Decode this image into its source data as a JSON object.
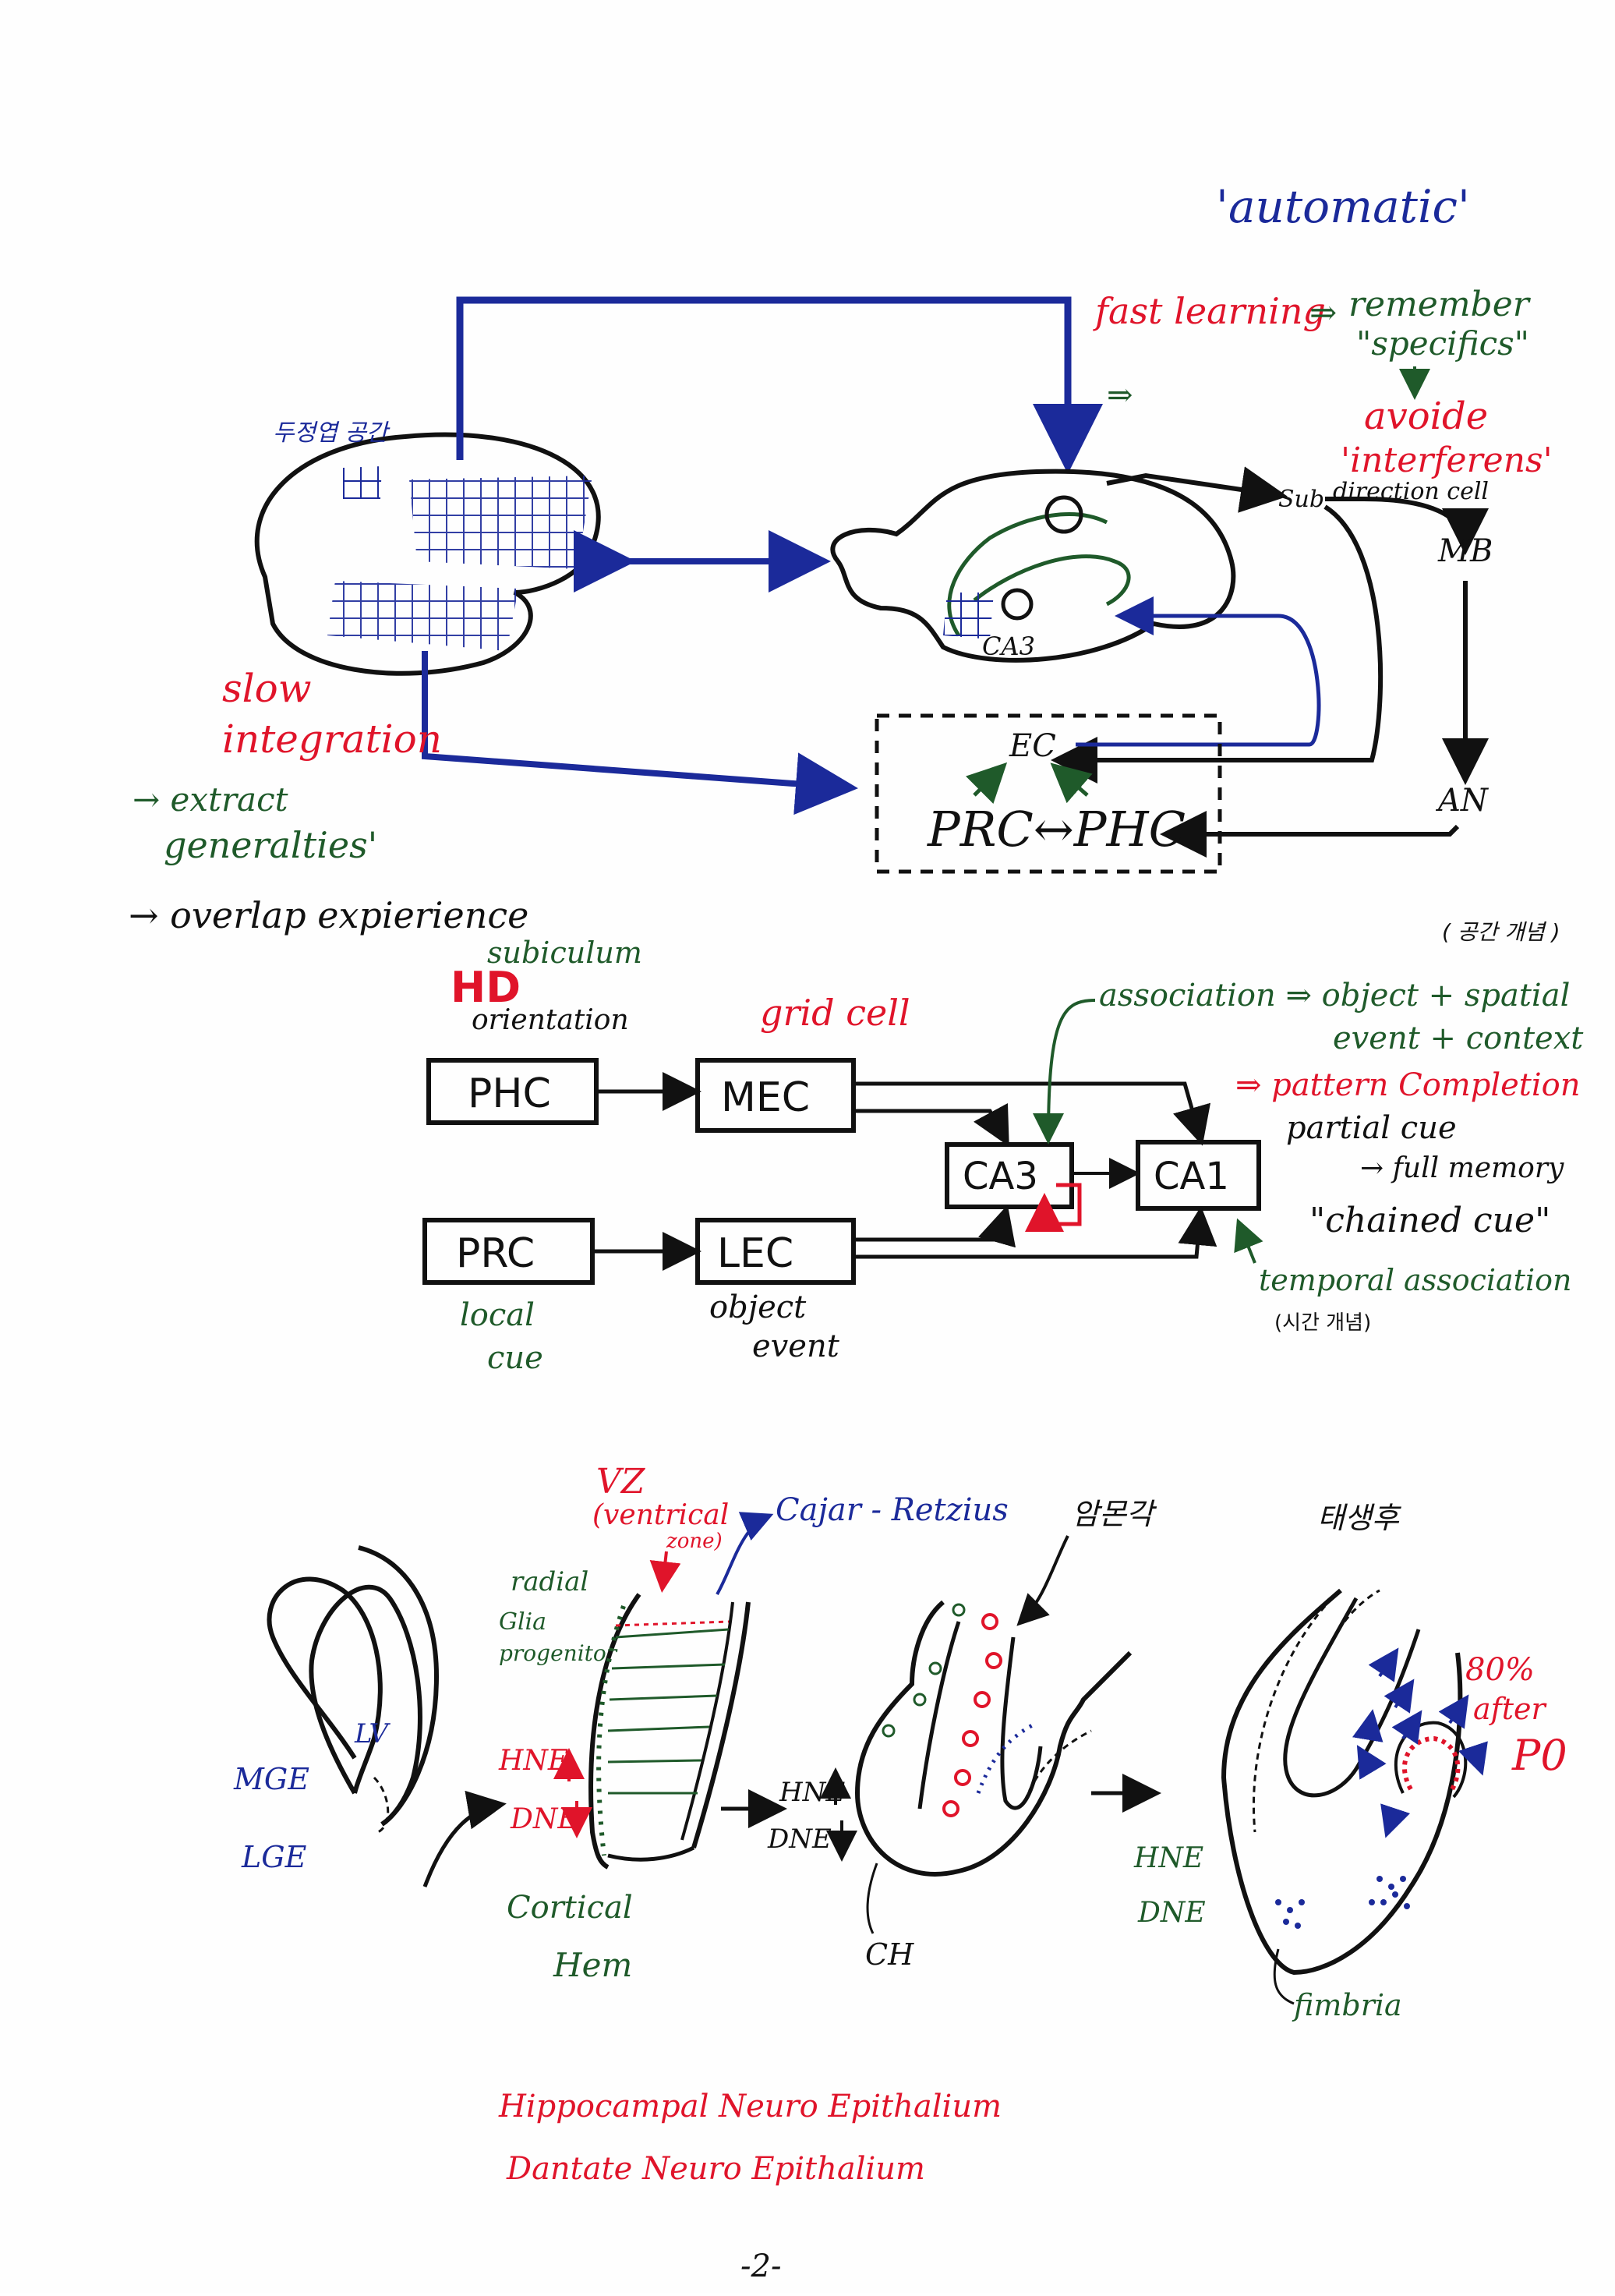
{
  "colors": {
    "ink": "#111111",
    "red": "#e0142a",
    "blue": "#1b2a9a",
    "green": "#1f5a2a"
  },
  "top_section": {
    "automatic": "'automatic'",
    "fast_learning": "fast learning",
    "arrow1": "⇒",
    "remember": "remember",
    "specifics": "\"specifics\"",
    "avoid": "avoide",
    "interferens": "'interferens'",
    "direction_cell": "direction cell",
    "sub": "Sub",
    "mb": "MB",
    "an": "AN",
    "ca3": "CA3",
    "ec": "EC",
    "prc_phc": "PRC↔PHC",
    "cortex_korean": "두정엽 공간",
    "slow": "slow",
    "integration": "integration",
    "extract": "→ extract",
    "generalties": "generalties'",
    "overlap": "→ overlap expierience"
  },
  "middle_section": {
    "space_concept": "( 공간 개념 )",
    "subiculum": "subiculum",
    "hd": "HD",
    "orientation": "orientation",
    "grid_cell": "grid cell",
    "association": "association ⇒ object + spatial",
    "event_context": "event + context",
    "pattern_completion": "⇒ pattern Completion",
    "partial_cue": "partial cue",
    "full_memory": "→ full memory",
    "chained_cue": "\"chained cue\"",
    "temporal_association": "temporal association",
    "time_concept": "(시간 개념)",
    "boxes": {
      "phc": "PHC",
      "mec": "MEC",
      "ca3": "CA3",
      "ca1": "CA1",
      "prc": "PRC",
      "lec": "LEC"
    },
    "local_cue": [
      "local",
      "cue"
    ],
    "object_event": [
      "object",
      "event"
    ]
  },
  "bottom_section": {
    "vz": "VZ",
    "ventrical": "(ventrical",
    "zone": "zone)",
    "cajar_retzius": "Cajar - Retzius",
    "ammon": "암몬각",
    "postnatal": "태생후",
    "radial": "radial",
    "glia": "Glia",
    "progenitor": "progenitor",
    "mge": "MGE",
    "lge": "LGE",
    "lv": "LV",
    "hne_red": "HNE",
    "dne_red": "DNE",
    "cortical": "Cortical",
    "hem": "Hem",
    "hne": "HNE",
    "dne": "DNE",
    "ch": "CH",
    "hne2": "HNE",
    "dne2": "DNE",
    "fimbria": "fimbria",
    "pct": "80%",
    "after": "after",
    "p0": "P0",
    "legend1": "Hippocampal Neuro Epithalium",
    "legend2": "Dantate Neuro Epithalium",
    "page_num": "-2-"
  }
}
